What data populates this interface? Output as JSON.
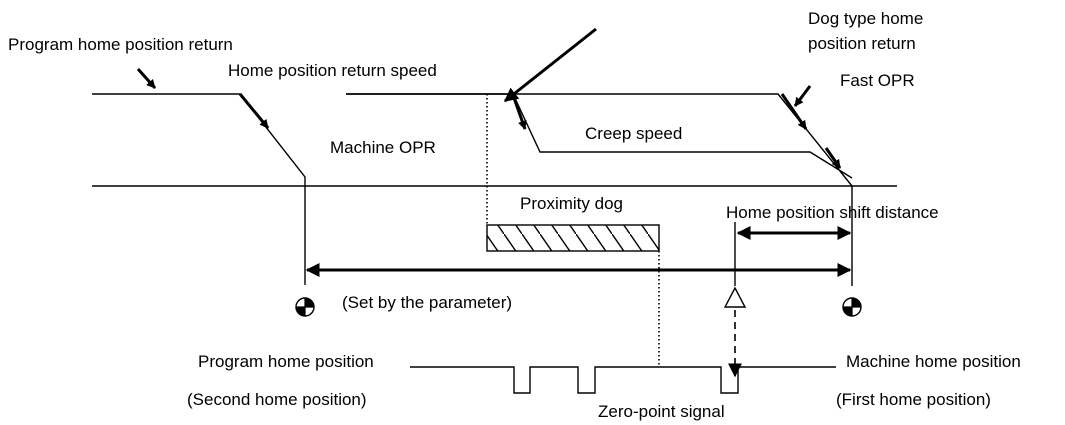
{
  "labels": {
    "program_opr": "Program home position return",
    "opr_speed": "Home position return speed",
    "dog_type_line1": "Dog type home",
    "dog_type_line2": "position return",
    "fast_opr": "Fast OPR",
    "machine_opr": "Machine OPR",
    "creep_speed": "Creep speed",
    "proximity_dog": "Proximity dog",
    "shift_distance": "Home position shift distance",
    "set_by_parameter": "(Set by the parameter)",
    "program_home": "Program home position",
    "second_home": "(Second home position)",
    "zero_point": "Zero-point signal",
    "machine_home": "Machine home position",
    "first_home": "(First home position)"
  }
}
